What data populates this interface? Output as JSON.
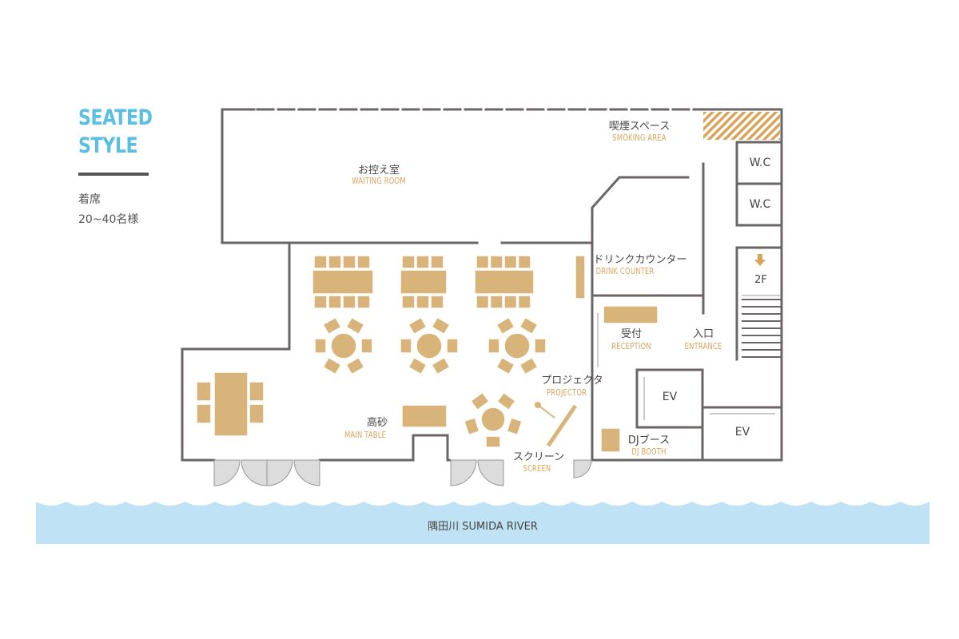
{
  "header": {
    "title_line1": "SEATED",
    "title_line2": "STYLE",
    "caption_line1": "着席",
    "caption_line2": "20~40名様"
  },
  "rooms": {
    "waiting": {
      "jp": "お控え室",
      "en": "WAITING ROOM"
    },
    "smoking": {
      "jp": "喫煙スペース",
      "en": "SMOKING AREA"
    },
    "wc1": "W.C",
    "wc2": "W.C",
    "stairs": "2F",
    "drink": {
      "jp": "ドリンクカウンター",
      "en": "DRINK COUNTER"
    },
    "reception": {
      "jp": "受付",
      "en": "RECEPTION"
    },
    "entrance": {
      "jp": "入口",
      "en": "ENTRANCE"
    },
    "projector": {
      "jp": "プロジェクタ",
      "en": "PROJECTOR"
    },
    "main_table": {
      "jp": "高砂",
      "en": "MAIN TABLE"
    },
    "screen": {
      "jp": "スクリーン",
      "en": "SCREEN"
    },
    "dj": {
      "jp": "DJブース",
      "en": "DJ BOOTH"
    },
    "ev1": "EV",
    "ev2": "EV"
  },
  "river": {
    "label": "隅田川  SUMIDA RIVER"
  },
  "colors": {
    "wall": "#6b6565",
    "furniture": "#d9b47a",
    "accent_title": "#5bbfe1",
    "label_en": "#d9a45a",
    "river": "#bfe2f5",
    "hatch": "#d9a45a"
  }
}
